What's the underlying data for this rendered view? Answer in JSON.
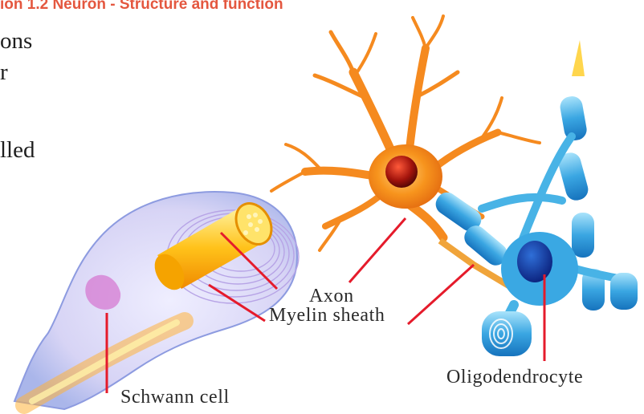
{
  "header": {
    "section_title": "ion 1.2  Neuron - Structure and function"
  },
  "body_text": {
    "fragments": [
      "ons",
      "r",
      "lled"
    ]
  },
  "diagram": {
    "labels": {
      "axon": "Axon",
      "myelin_sheath": "Myelin sheath",
      "schwann_cell": "Schwann cell",
      "oligodendrocyte": "Oligodendrocyte"
    },
    "colors": {
      "header": "#e4573f",
      "leader_lines": "#e51b2b",
      "neuron": "#f58a1f",
      "myelin": "#3fa9e0",
      "axon_core": "#ffd23a",
      "schwann_membrane": "#c9c6ee"
    }
  }
}
